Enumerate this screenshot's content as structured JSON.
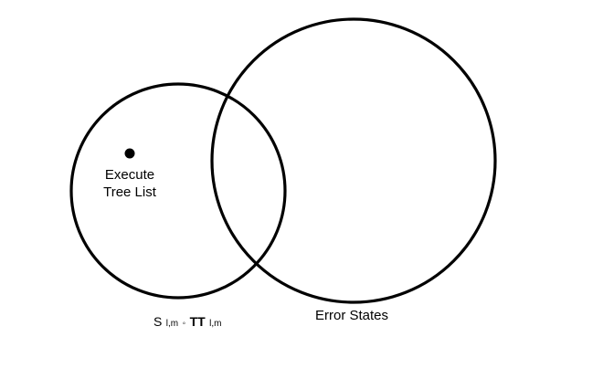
{
  "diagram": {
    "sets": [
      {
        "id": "left",
        "label_lines": [
          "Execute",
          "Tree List"
        ],
        "has_point": true
      },
      {
        "id": "right",
        "label": "Error States"
      }
    ],
    "left_caption": {
      "s": "S",
      "s_sub": "l,m",
      "op": "◦",
      "tt": "TT",
      "tt_sub": "l,m"
    }
  }
}
